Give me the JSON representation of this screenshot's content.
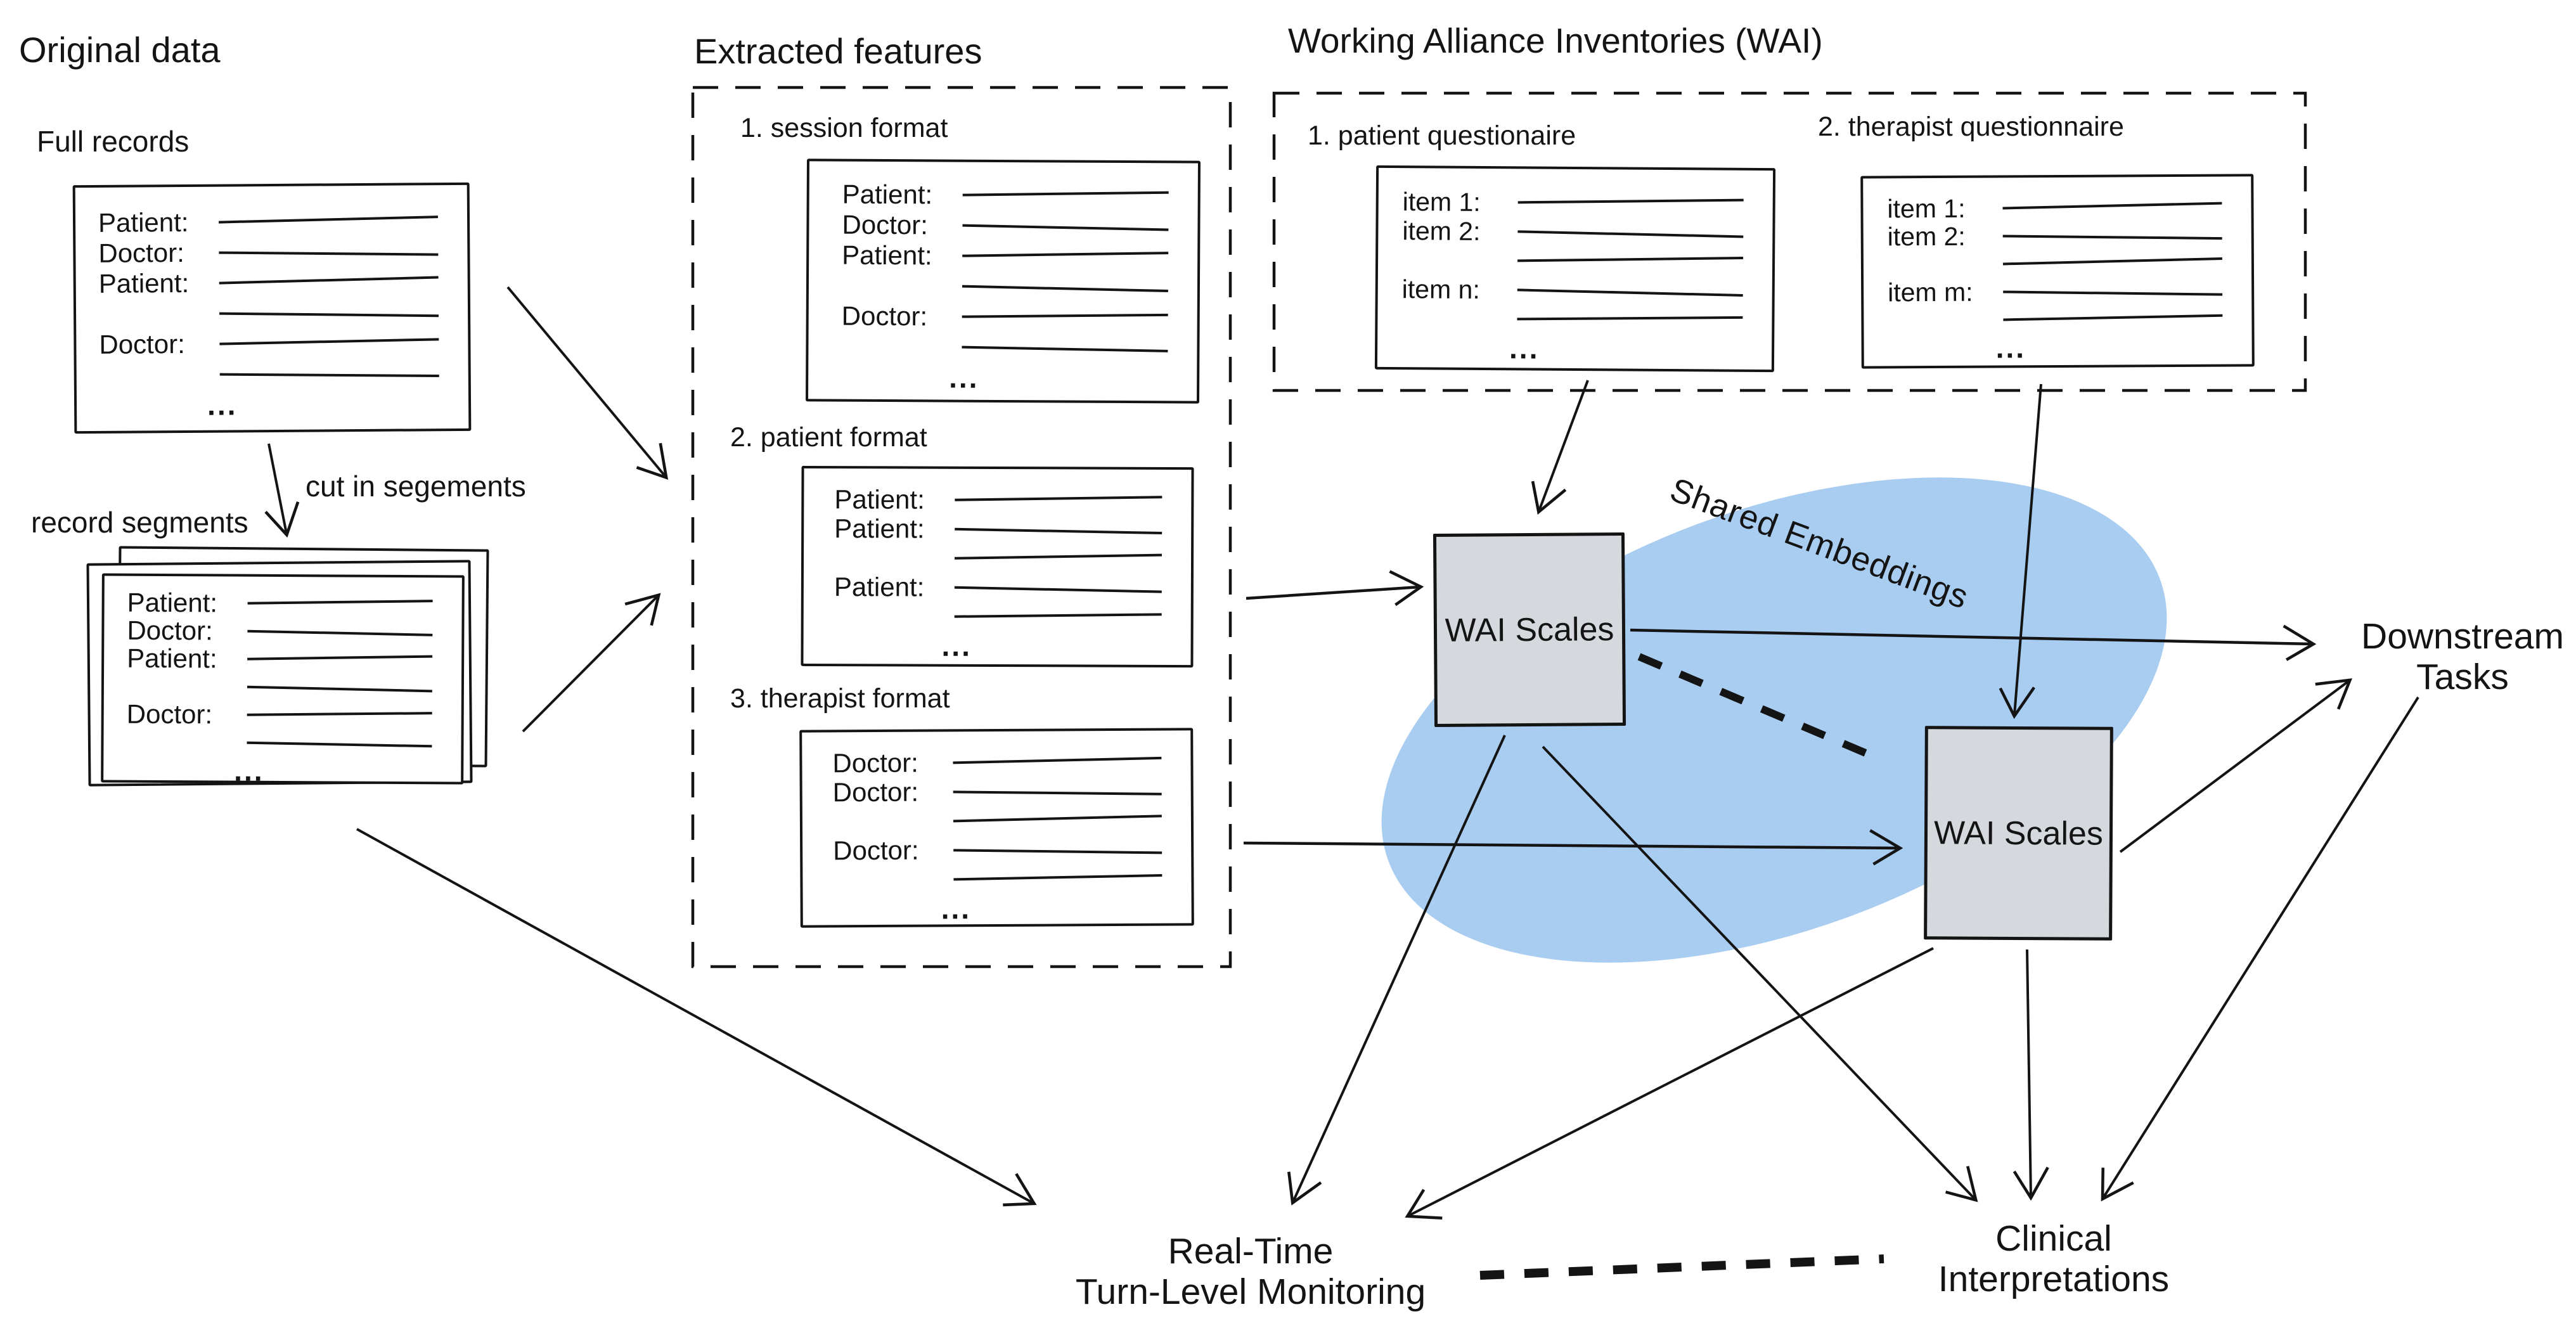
{
  "original": {
    "title": "Original data",
    "full_records_label": "Full records",
    "cut_arrow_label": "cut in segements",
    "segments_label": "record segments",
    "full_records_rows": [
      {
        "label": "Patient:",
        "line": true
      },
      {
        "label": "Doctor:",
        "line": true
      },
      {
        "label": "Patient:",
        "line": true
      },
      {
        "label": "",
        "line": true
      },
      {
        "label": "Doctor:",
        "line": true
      },
      {
        "label": "",
        "line": true
      },
      {
        "label": "...",
        "line": false
      }
    ],
    "segments_rows": [
      {
        "label": "Patient:",
        "line": true
      },
      {
        "label": "Doctor:",
        "line": true
      },
      {
        "label": "Patient:",
        "line": true
      },
      {
        "label": "",
        "line": true
      },
      {
        "label": "Doctor:",
        "line": true
      },
      {
        "label": "",
        "line": true
      },
      {
        "label": "...",
        "line": false
      }
    ]
  },
  "features": {
    "title": "Extracted features",
    "sections": [
      {
        "label": "1. session format",
        "rows": [
          {
            "label": "Patient:",
            "line": true
          },
          {
            "label": "Doctor:",
            "line": true
          },
          {
            "label": "Patient:",
            "line": true
          },
          {
            "label": "",
            "line": true
          },
          {
            "label": "Doctor:",
            "line": true
          },
          {
            "label": "",
            "line": true
          },
          {
            "label": "...",
            "line": false
          }
        ]
      },
      {
        "label": "2. patient format",
        "rows": [
          {
            "label": "Patient:",
            "line": true
          },
          {
            "label": "Patient:",
            "line": true
          },
          {
            "label": "",
            "line": true
          },
          {
            "label": "Patient:",
            "line": true
          },
          {
            "label": "",
            "line": true
          },
          {
            "label": "...",
            "line": false
          }
        ]
      },
      {
        "label": "3. therapist format",
        "rows": [
          {
            "label": "Doctor:",
            "line": true
          },
          {
            "label": "Doctor:",
            "line": true
          },
          {
            "label": "",
            "line": true
          },
          {
            "label": "Doctor:",
            "line": true
          },
          {
            "label": "",
            "line": true
          },
          {
            "label": "...",
            "line": false
          }
        ]
      }
    ]
  },
  "wai": {
    "title": "Working Alliance Inventories (WAI)",
    "questionnaires": [
      {
        "label": "1. patient questionaire",
        "rows": [
          {
            "label": "item 1:",
            "line": true
          },
          {
            "label": "item 2:",
            "line": true
          },
          {
            "label": "",
            "line": true
          },
          {
            "label": "item n:",
            "line": true
          },
          {
            "label": "",
            "line": true
          },
          {
            "label": "...",
            "line": false
          }
        ]
      },
      {
        "label": "2. therapist questionnaire",
        "rows": [
          {
            "label": "item 1:",
            "line": true
          },
          {
            "label": "item 2:",
            "line": true
          },
          {
            "label": "",
            "line": true
          },
          {
            "label": "item m:",
            "line": true
          },
          {
            "label": "",
            "line": true
          },
          {
            "label": "...",
            "line": false
          }
        ]
      }
    ]
  },
  "embedding": {
    "label": "Shared Embeddings",
    "patient_scales_box": "WAI\nScales",
    "therapist_scales_box": "WAI\nScales"
  },
  "outputs": {
    "downstream": "Downstream\nTasks",
    "monitoring": "Real-Time\nTurn-Level Monitoring",
    "clinical": "Clinical\nInterpretations"
  },
  "colors": {
    "ink": "#141414",
    "ellipse": "#a9cdf1",
    "box_fill": "#d5d8dd",
    "background": "#ffffff"
  }
}
